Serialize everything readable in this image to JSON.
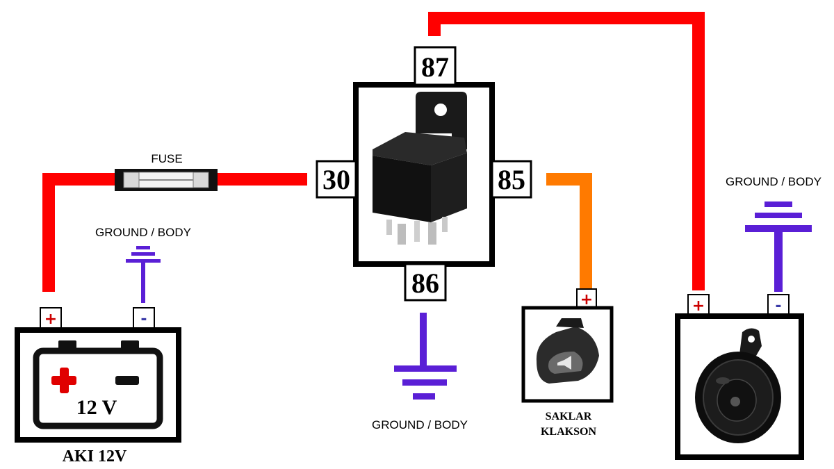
{
  "fuse": {
    "label": "FUSE"
  },
  "relay": {
    "pin_87": "87",
    "pin_30": "30",
    "pin_85": "85",
    "pin_86": "86"
  },
  "ground": {
    "battery_label": "GROUND / BODY",
    "relay_label": "GROUND / BODY",
    "horn_label": "GROUND / BODY"
  },
  "battery": {
    "voltage_text": "12 V",
    "caption": "AKI 12V",
    "positive_sign": "+",
    "negative_sign": "-"
  },
  "switch": {
    "caption_line1": "SAKLAR",
    "caption_line2": "KLAKSON",
    "positive_sign": "+"
  },
  "horn": {
    "positive_sign": "+",
    "negative_sign": "-"
  },
  "colors": {
    "power_wire": "#ff0000",
    "switch_wire": "#ff7a00",
    "ground": "#5a1fd6",
    "frame": "#000000"
  }
}
